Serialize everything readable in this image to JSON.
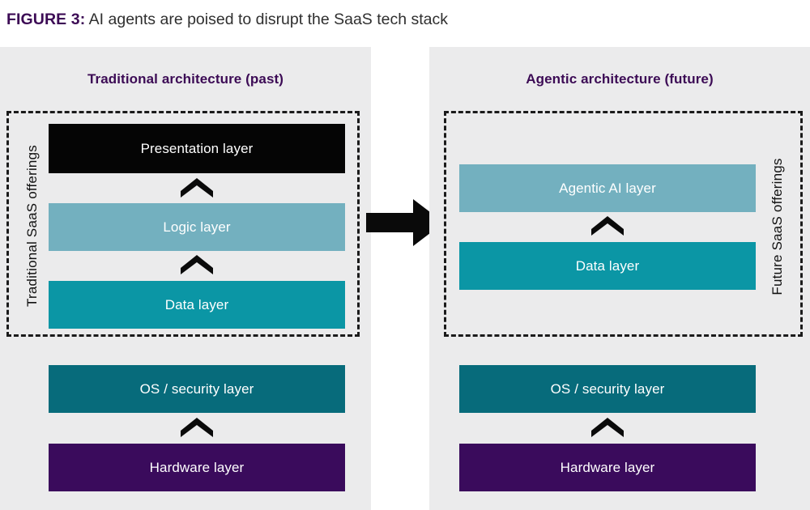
{
  "figure": {
    "label": "FIGURE 3:",
    "title": "AI agents are poised to disrupt the SaaS tech stack"
  },
  "colors": {
    "accent_purple": "#3C0B55",
    "panel_background": "#EBEBEC",
    "page_background": "#FFFFFF",
    "presentation_layer": "#050505",
    "logic_layer": "#73B0BF",
    "agentic_ai_layer": "#73B0BF",
    "data_layer": "#0B96A5",
    "os_security_layer": "#076B7B",
    "hardware_layer": "#3A0B5C",
    "arrow_black": "#0A0A0A",
    "dashed_border": "#1B1B1B",
    "layer_text": "#FFFFFF"
  },
  "panels": {
    "left": {
      "header": "Traditional architecture (past)",
      "side_label": "Traditional SaaS offerings",
      "grouped_layers": [
        {
          "label": "Presentation layer",
          "color": "#050505"
        },
        {
          "label": "Logic layer",
          "color": "#73B0BF"
        },
        {
          "label": "Data layer",
          "color": "#0B96A5"
        }
      ],
      "base_layers": [
        {
          "label": "OS / security layer",
          "color": "#076B7B"
        },
        {
          "label": "Hardware layer",
          "color": "#3A0B5C"
        }
      ]
    },
    "right": {
      "header": "Agentic architecture (future)",
      "side_label": "Future SaaS offerings",
      "grouped_layers": [
        {
          "label": "Agentic AI layer",
          "color": "#73B0BF"
        },
        {
          "label": "Data layer",
          "color": "#0B96A5"
        }
      ],
      "base_layers": [
        {
          "label": "OS / security layer",
          "color": "#076B7B"
        },
        {
          "label": "Hardware layer",
          "color": "#3A0B5C"
        }
      ]
    }
  },
  "transition_arrow": {
    "name": "right-arrow-icon",
    "direction": "right"
  }
}
